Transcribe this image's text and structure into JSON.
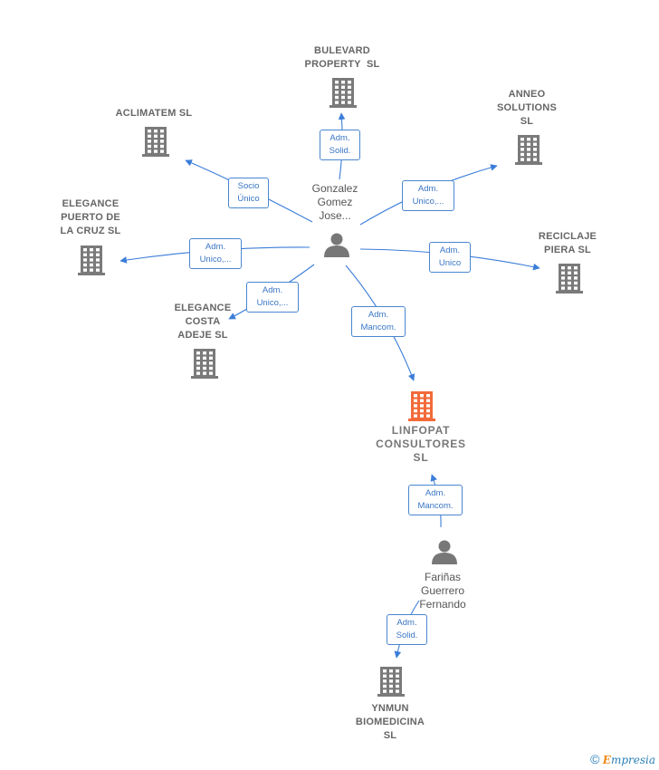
{
  "colors": {
    "edge": "#3b7dd8",
    "building": "#7a7a7a",
    "building_focus": "#f26a3a",
    "person": "#777777"
  },
  "companies": [
    {
      "id": "bulevard",
      "lines": [
        "BULEVARD",
        "PROPERTY  SL"
      ],
      "icon": "building-icon"
    },
    {
      "id": "aclimatem",
      "lines": [
        "ACLIMATEM SL"
      ],
      "icon": "building-icon"
    },
    {
      "id": "anneo",
      "lines": [
        "ANNEO",
        "SOLUTIONS",
        "SL"
      ],
      "icon": "building-icon"
    },
    {
      "id": "elegance-puerto",
      "lines": [
        "ELEGANCE",
        "PUERTO DE",
        "LA CRUZ SL"
      ],
      "icon": "building-icon"
    },
    {
      "id": "reciclaje",
      "lines": [
        "RECICLAJE",
        "PIERA SL"
      ],
      "icon": "building-icon"
    },
    {
      "id": "elegance-costa",
      "lines": [
        "ELEGANCE",
        "COSTA",
        "ADEJE SL"
      ],
      "icon": "building-icon"
    },
    {
      "id": "linfopat",
      "lines": [
        "LINFOPAT",
        "CONSULTORES",
        "SL"
      ],
      "icon": "building-icon",
      "focus": true
    },
    {
      "id": "ynmun",
      "lines": [
        "YNMUN",
        "BIOMEDICINA",
        "SL"
      ],
      "icon": "building-icon"
    }
  ],
  "persons": [
    {
      "id": "gonzalez",
      "lines": [
        "Gonzalez",
        "Gomez",
        "Jose..."
      ],
      "icon": "person-icon"
    },
    {
      "id": "farinas",
      "lines": [
        "Fariñas",
        "Guerrero",
        "Fernando"
      ],
      "icon": "person-icon"
    }
  ],
  "relations": [
    {
      "id": "r-bulevard",
      "lines": [
        "Adm.",
        "Solid."
      ]
    },
    {
      "id": "r-aclimatem",
      "lines": [
        "Socio",
        "Único"
      ]
    },
    {
      "id": "r-anneo",
      "lines": [
        "Adm.",
        "Unico,..."
      ]
    },
    {
      "id": "r-elegance-puerto",
      "lines": [
        "Adm.",
        "Unico,..."
      ]
    },
    {
      "id": "r-reciclaje",
      "lines": [
        "Adm.",
        "Unico"
      ]
    },
    {
      "id": "r-elegance-costa",
      "lines": [
        "Adm.",
        "Unico,..."
      ]
    },
    {
      "id": "r-linfopat-g",
      "lines": [
        "Adm.",
        "Mancom."
      ]
    },
    {
      "id": "r-linfopat-f",
      "lines": [
        "Adm.",
        "Mancom."
      ]
    },
    {
      "id": "r-ynmun",
      "lines": [
        "Adm.",
        "Solid."
      ]
    }
  ],
  "watermark": {
    "symbol": "©",
    "brand_initial": "E",
    "brand_rest": "mpresia"
  }
}
